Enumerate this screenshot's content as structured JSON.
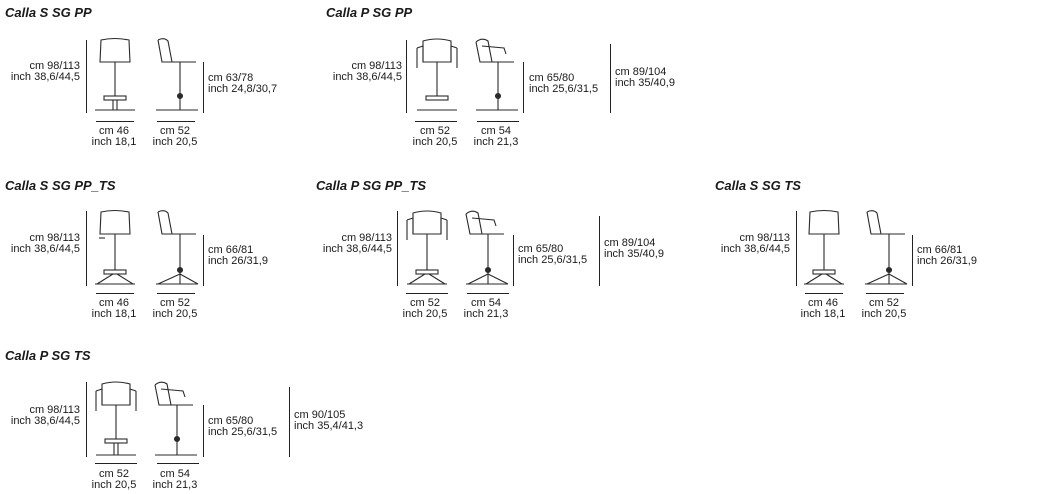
{
  "products": [
    {
      "title": "Calla S SG PP",
      "height": {
        "cm": "cm 98/113",
        "inch": "inch 38,6/44,5"
      },
      "widths": [
        {
          "cm": "cm 46",
          "inch": "inch 18,1"
        },
        {
          "cm": "cm 52",
          "inch": "inch 20,5"
        }
      ],
      "side_dims": [
        {
          "cm": "cm 63/78",
          "inch": "inch 24,8/30,7"
        }
      ]
    },
    {
      "title": "Calla P SG PP",
      "height": {
        "cm": "cm 98/113",
        "inch": "inch 38,6/44,5"
      },
      "widths": [
        {
          "cm": "cm 52",
          "inch": "inch 20,5"
        },
        {
          "cm": "cm 54",
          "inch": "inch 21,3"
        }
      ],
      "side_dims": [
        {
          "cm": "cm 65/80",
          "inch": "inch 25,6/31,5"
        },
        {
          "cm": "cm 89/104",
          "inch": "inch 35/40,9"
        }
      ]
    },
    {
      "title": "Calla S SG PP_TS",
      "height": {
        "cm": "cm 98/113",
        "inch": "inch 38,6/44,5"
      },
      "widths": [
        {
          "cm": "cm 46",
          "inch": "inch 18,1"
        },
        {
          "cm": "cm 52",
          "inch": "inch 20,5"
        }
      ],
      "side_dims": [
        {
          "cm": "cm 66/81",
          "inch": "inch 26/31,9"
        }
      ]
    },
    {
      "title": "Calla P SG PP_TS",
      "height": {
        "cm": "cm 98/113",
        "inch": "inch 38,6/44,5"
      },
      "widths": [
        {
          "cm": "cm 52",
          "inch": "inch 20,5"
        },
        {
          "cm": "cm 54",
          "inch": "inch 21,3"
        }
      ],
      "side_dims": [
        {
          "cm": "cm 65/80",
          "inch": "inch 25,6/31,5"
        },
        {
          "cm": "cm 89/104",
          "inch": "inch 35/40,9"
        }
      ]
    },
    {
      "title": "Calla S SG TS",
      "height": {
        "cm": "cm 98/113",
        "inch": "inch 38,6/44,5"
      },
      "widths": [
        {
          "cm": "cm 46",
          "inch": "inch 18,1"
        },
        {
          "cm": "cm 52",
          "inch": "inch 20,5"
        }
      ],
      "side_dims": [
        {
          "cm": "cm 66/81",
          "inch": "inch 26/31,9"
        }
      ]
    },
    {
      "title": "Calla P SG TS",
      "height": {
        "cm": "cm 98/113",
        "inch": "inch 38,6/44,5"
      },
      "widths": [
        {
          "cm": "cm 52",
          "inch": "inch 20,5"
        },
        {
          "cm": "cm 54",
          "inch": "inch 21,3"
        }
      ],
      "side_dims": [
        {
          "cm": "cm 65/80",
          "inch": "inch 25,6/31,5"
        },
        {
          "cm": "cm 90/105",
          "inch": "inch 35,4/41,3"
        }
      ]
    }
  ]
}
